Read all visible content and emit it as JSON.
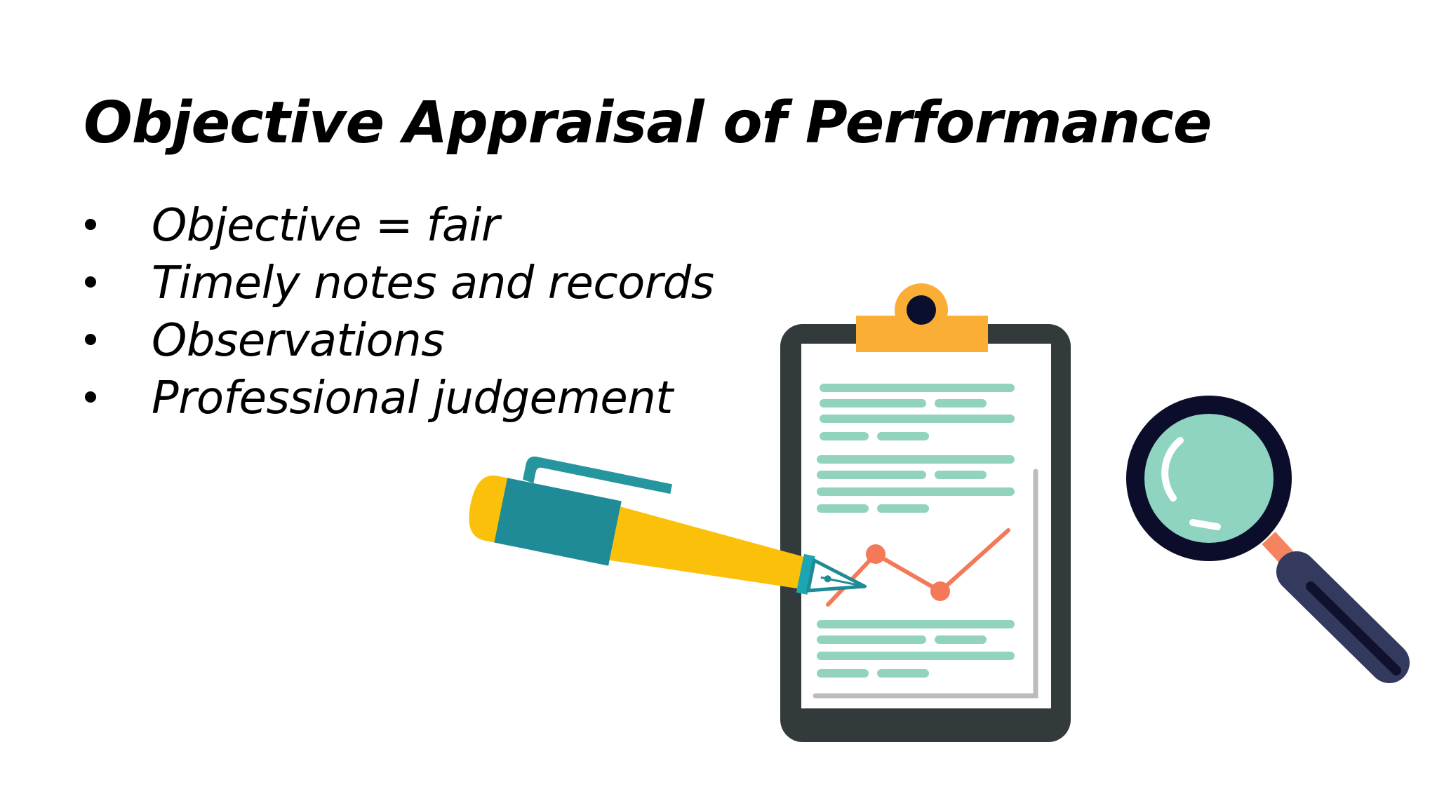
{
  "slide": {
    "title": "Objective Appraisal of Performance",
    "bullets": [
      "Objective = fair",
      "Timely notes and records",
      "Observations",
      "Professional judgement"
    ]
  },
  "illustration": {
    "icons": [
      "clipboard-icon",
      "fountain-pen-icon",
      "magnifying-glass-icon",
      "line-chart-icon"
    ],
    "colors": {
      "clipboard_board": "#333a3c",
      "clip": "#fbae36",
      "clip_hole": "#0a0f2d",
      "text_lines": "#92d3bf",
      "chart_line": "#f37958",
      "pen_body": "#fbc00a",
      "pen_cap": "#1f8b96",
      "pen_clip": "#26969e",
      "lens_ring": "#0b0d2b",
      "lens_glass": "#8fd3c1",
      "handle": "#343a5e",
      "handle_joint": "#f3845f"
    }
  }
}
